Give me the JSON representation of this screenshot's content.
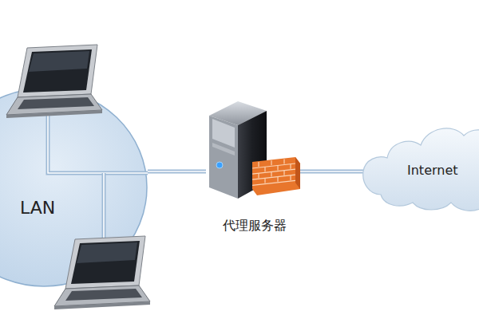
{
  "diagram": {
    "nodes": [
      {
        "text": [
          "LAN"
        ]
      },
      {
        "text": [
          "代理服务器"
        ]
      },
      {
        "text": [
          "Internet"
        ]
      }
    ],
    "edges": [
      {
        "from": 0,
        "to": 1,
        "arrow": "none"
      },
      {
        "from": 1,
        "to": 2,
        "arrow": "none"
      }
    ]
  }
}
